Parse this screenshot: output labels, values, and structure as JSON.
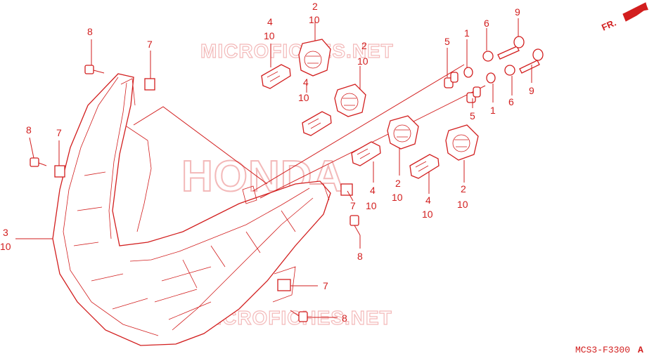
{
  "watermarks": {
    "top": "MICROFICHES.NET",
    "center": "HONDA",
    "bottom": "MICROFICHES.NET"
  },
  "front_indicator": "FR.",
  "diagram_code": "MCS3-F3300",
  "diagram_code_suffix": "A",
  "labels": {
    "top_8": "8",
    "top_7": "7",
    "left_8": "8",
    "left_7": "7",
    "housing_3": "3",
    "housing_10": "10",
    "bulb_a_4": "4",
    "bulb_a_10": "10",
    "socket_a_2": "2",
    "socket_a_10": "10",
    "bulb_b_4": "4",
    "bulb_b_10": "10",
    "socket_b_2": "2",
    "socket_b_10": "10",
    "top_5": "5",
    "top_1": "1",
    "top_6": "6",
    "top_9": "9",
    "mid_9": "9",
    "mid_6": "6",
    "mid_1": "1",
    "mid_5": "5",
    "bulb_c_4": "4",
    "bulb_c_10": "10",
    "socket_c_2": "2",
    "socket_c_10": "10",
    "bulb_d_4": "4",
    "bulb_d_10": "10",
    "socket_d_2": "2",
    "socket_d_10": "10",
    "right_7": "7",
    "right_8": "8",
    "low_7": "7",
    "low_8": "8"
  },
  "colors": {
    "line": "#d21e1e",
    "watermark": "#f3b9b9",
    "background": "#ffffff"
  }
}
